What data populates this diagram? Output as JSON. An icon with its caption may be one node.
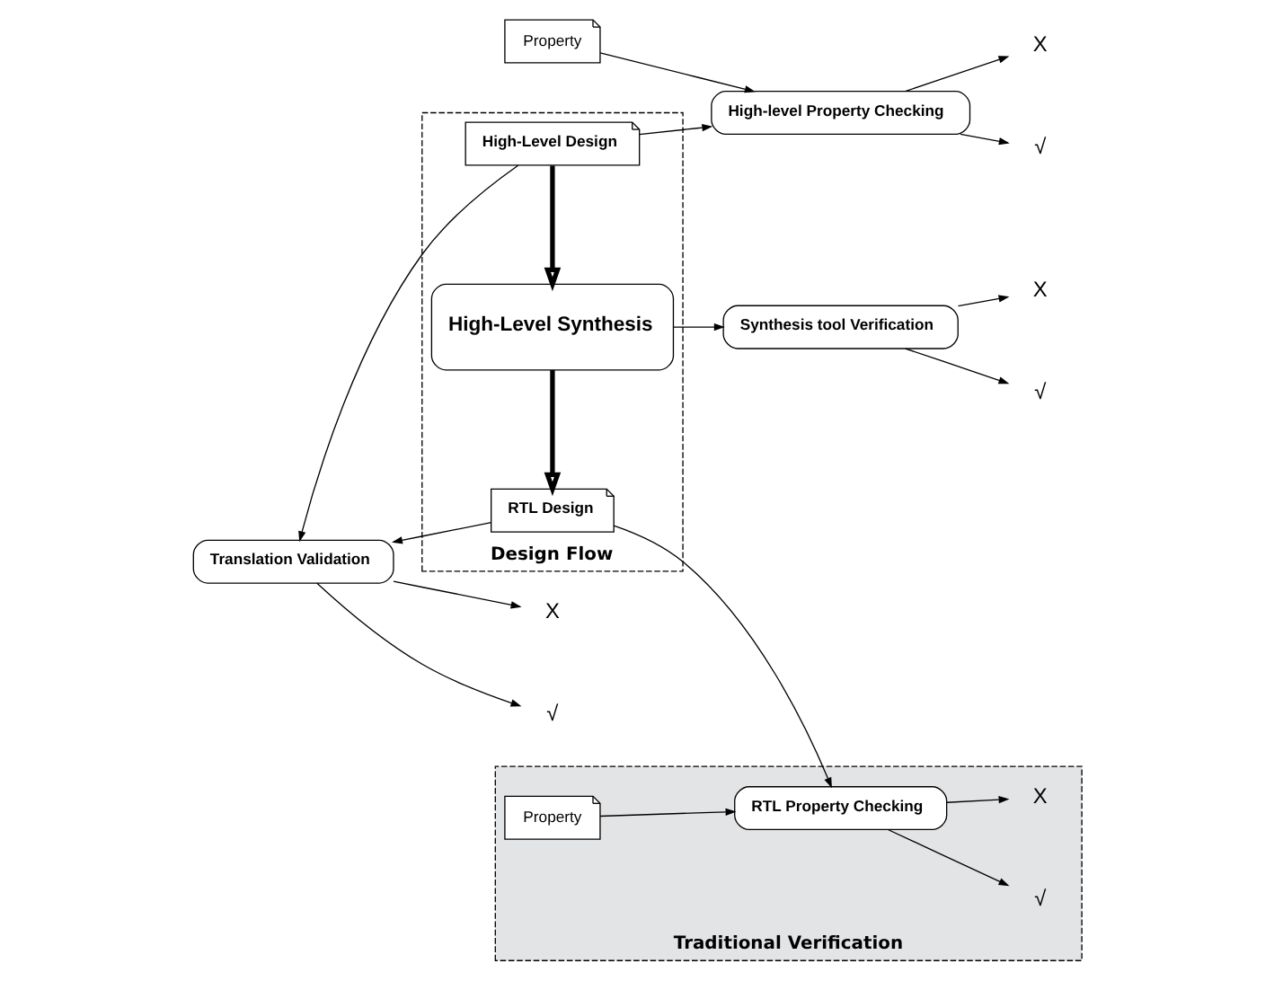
{
  "diagram": {
    "nodes": [
      {
        "text": [
          "Design Flow"
        ]
      },
      {
        "text": [
          "High-Level Design"
        ],
        "in": 0
      },
      {
        "text": [
          "High-Level Synthesis"
        ],
        "in": 0
      },
      {
        "text": [
          "RTL Design"
        ],
        "in": 0
      },
      {
        "text": [
          "Property"
        ]
      },
      {
        "text": [
          "High-level Property Checking"
        ]
      },
      {
        "text": [
          "√"
        ]
      },
      {
        "text": [
          "X"
        ]
      },
      {
        "text": [
          "Translation Validation"
        ]
      },
      {
        "text": [
          "√"
        ]
      },
      {
        "text": [
          "X"
        ]
      },
      {
        "text": [
          "Synthesis tool Verification"
        ]
      },
      {
        "text": [
          "√"
        ]
      },
      {
        "text": [
          "X"
        ]
      },
      {
        "text": [
          "Traditional Verification"
        ]
      },
      {
        "text": [
          "RTL Property Checking"
        ],
        "in": 14
      },
      {
        "text": [
          "√"
        ],
        "in": 14
      },
      {
        "text": [
          "X"
        ],
        "in": 14
      },
      {
        "text": [
          "Property"
        ],
        "in": 14
      }
    ],
    "edges": [
      {
        "from": 1,
        "to": 2,
        "arrow": "to",
        "style": "thick"
      },
      {
        "from": 2,
        "to": 3,
        "arrow": "to",
        "style": "thick"
      },
      {
        "from": 1,
        "to": 5,
        "arrow": "to"
      },
      {
        "from": 4,
        "to": 5,
        "arrow": "to"
      },
      {
        "from": 2,
        "to": 11,
        "arrow": "to"
      },
      {
        "from": 3,
        "to": 15,
        "arrow": "to"
      },
      {
        "from": 18,
        "to": 15,
        "arrow": "to"
      },
      {
        "from": 1,
        "to": 8,
        "arrow": "to"
      },
      {
        "from": 3,
        "to": 8,
        "arrow": "to"
      },
      {
        "from": 8,
        "to": 9,
        "arrow": "to"
      },
      {
        "from": 8,
        "to": 10,
        "arrow": "to"
      },
      {
        "from": 5,
        "to": 6,
        "arrow": "to"
      },
      {
        "from": 5,
        "to": 7,
        "arrow": "to"
      },
      {
        "from": 11,
        "to": 12,
        "arrow": "to"
      },
      {
        "from": 11,
        "to": 13,
        "arrow": "to"
      },
      {
        "from": 15,
        "to": 16,
        "arrow": "to"
      },
      {
        "from": 15,
        "to": 17,
        "arrow": "to"
      }
    ]
  }
}
